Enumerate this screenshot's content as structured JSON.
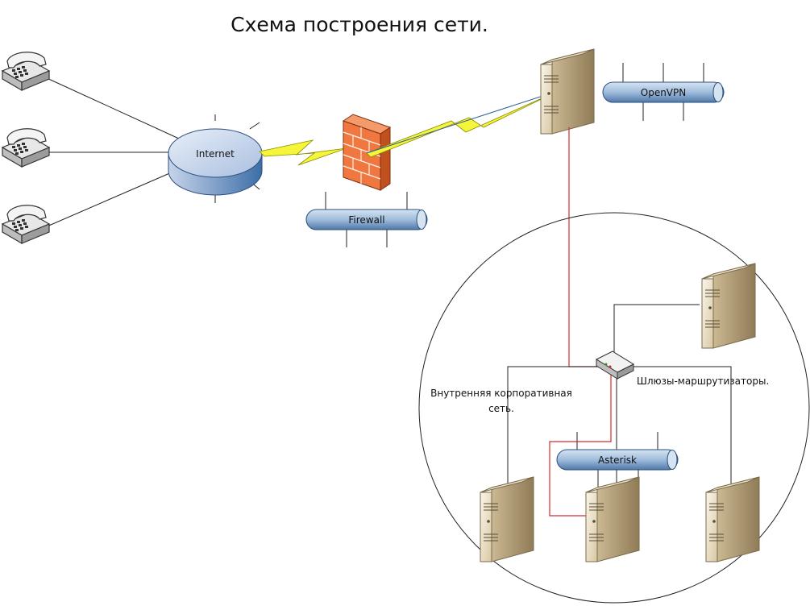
{
  "title": "Схема построения сети.",
  "nodes": {
    "internet": "Internet",
    "firewall": "Firewall",
    "openvpn": "OpenVPN",
    "asterisk": "Asterisk",
    "gateways": "Шлюзы-маршрутизаторы.",
    "internal_line1": "Внутренняя корпоративная",
    "internal_line2": "сеть."
  },
  "icons": [
    "phone-icon",
    "cloud-icon",
    "firewall-icon",
    "server-icon",
    "router-icon",
    "lightning-link-icon"
  ],
  "colors": {
    "bus_fill": "#a8c4e0",
    "cloud_fill": "#b9cce6",
    "firewall": "#f07840",
    "server": "#ece0c4",
    "red_link": "#d42a2a",
    "lightning": "#f5f53a"
  }
}
